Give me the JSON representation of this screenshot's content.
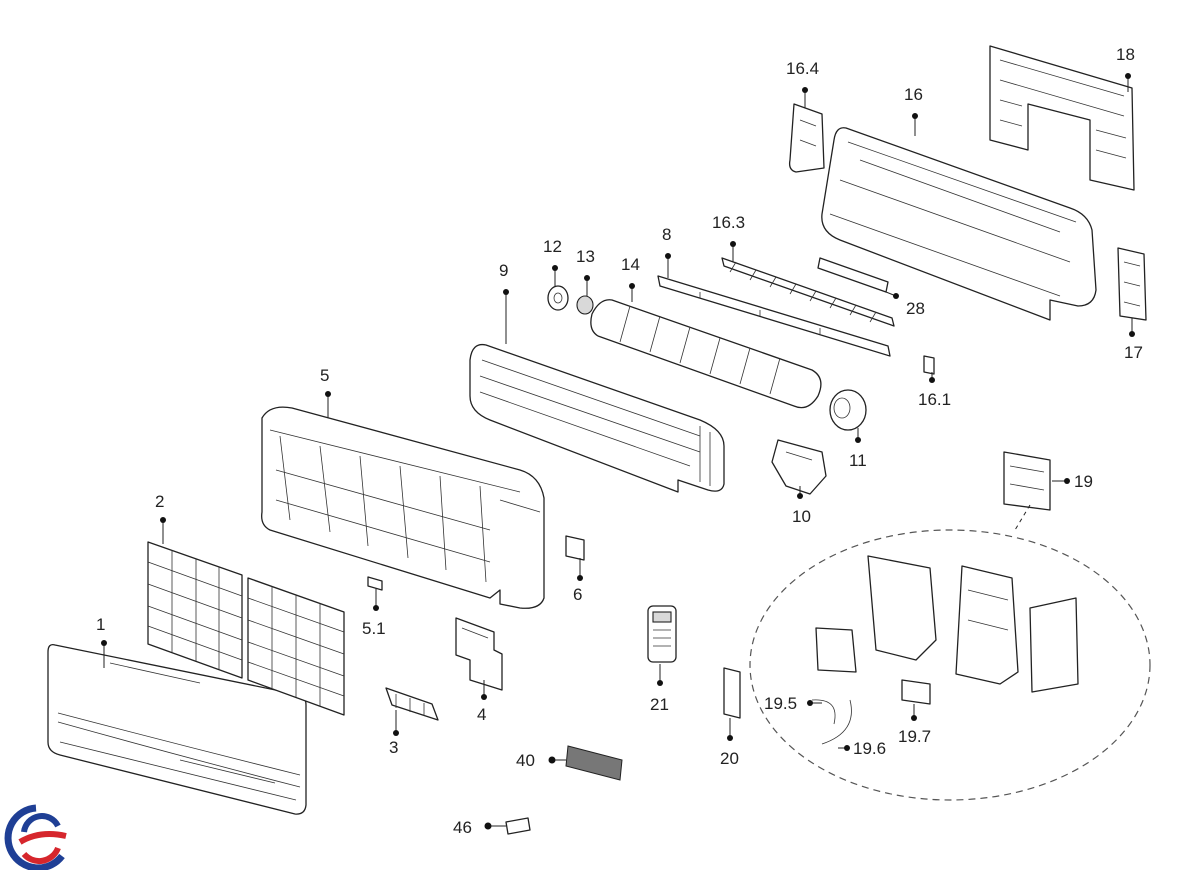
{
  "title": "",
  "brand_logo": {
    "colors": [
      "#1f3f95",
      "#d6262c"
    ]
  },
  "callouts": [
    {
      "id": "1",
      "label": "1"
    },
    {
      "id": "2",
      "label": "2"
    },
    {
      "id": "3",
      "label": "3"
    },
    {
      "id": "4",
      "label": "4"
    },
    {
      "id": "5",
      "label": "5"
    },
    {
      "id": "5.1",
      "label": "5.1"
    },
    {
      "id": "6",
      "label": "6"
    },
    {
      "id": "8",
      "label": "8"
    },
    {
      "id": "9",
      "label": "9"
    },
    {
      "id": "10",
      "label": "10"
    },
    {
      "id": "11",
      "label": "11"
    },
    {
      "id": "12",
      "label": "12"
    },
    {
      "id": "13",
      "label": "13"
    },
    {
      "id": "14",
      "label": "14"
    },
    {
      "id": "16",
      "label": "16"
    },
    {
      "id": "16.1",
      "label": "16.1"
    },
    {
      "id": "16.3",
      "label": "16.3"
    },
    {
      "id": "16.4",
      "label": "16.4"
    },
    {
      "id": "17",
      "label": "17"
    },
    {
      "id": "18",
      "label": "18"
    },
    {
      "id": "19",
      "label": "19"
    },
    {
      "id": "19.5",
      "label": "19.5"
    },
    {
      "id": "19.6",
      "label": "19.6"
    },
    {
      "id": "19.7",
      "label": "19.7"
    },
    {
      "id": "20",
      "label": "20"
    },
    {
      "id": "21",
      "label": "21"
    },
    {
      "id": "28",
      "label": "28"
    },
    {
      "id": "40",
      "label": "40"
    },
    {
      "id": "46",
      "label": "46"
    }
  ]
}
